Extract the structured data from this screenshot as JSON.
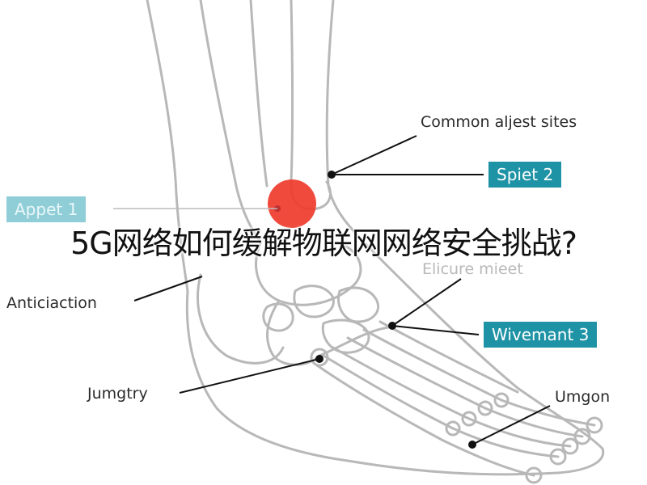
{
  "overlay_title": "5G网络如何缓解物联网网络安全挑战?",
  "labels": {
    "common_sites": "Common aljest sites",
    "spiet": "Spiet 2",
    "appet": "Appet 1",
    "elicure": "Elicure mieet",
    "anticiaction": "Anticiaction",
    "wivemant": "Wivemant 3",
    "jumgtry": "Jumgtry",
    "umgon": "Umgon"
  },
  "colors": {
    "accent": "#1f93a6",
    "hotspot": "#ef3b2c",
    "bone_outline": "#b8b8b8",
    "leader_line": "#111111"
  }
}
